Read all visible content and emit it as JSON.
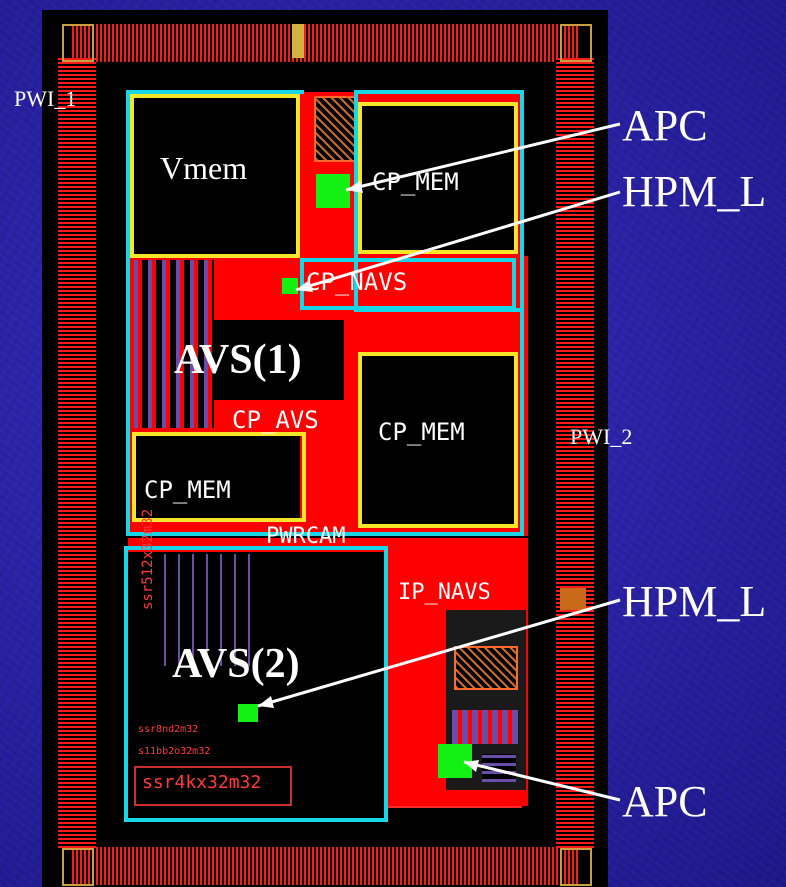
{
  "labels": {
    "pwi_left": "PWI_1",
    "pwi_right": "PWI_2",
    "apc_top": "APC",
    "hpm_top": "HPM_L",
    "hpm_bottom": "HPM_L",
    "apc_bottom": "APC"
  },
  "blocks": {
    "vmem": "Vmem",
    "cp_mem_top": "CP_MEM",
    "cp_navs": "CP_NAVS",
    "avs1": "AVS(1)",
    "cp_avs": "CP_AVS",
    "cp_mem_mid": "CP_MEM",
    "cp_mem_left": "CP_MEM",
    "pwrcam": "PWRCAM",
    "ip_navs": "IP_NAVS",
    "avs2": "AVS(2)",
    "ssr4k": "ssr4kx32m32",
    "ssr512": "ssr512x32m32",
    "s11bb": "s11bb2o32m32",
    "ssr8nd": "ssr8nd2m32"
  },
  "colors": {
    "background": "#2a23a8",
    "core_red": "#ff0000",
    "avs_border": "#19d6e6",
    "mem_border": "#f5e62a",
    "monitor_green": "#14f014"
  }
}
